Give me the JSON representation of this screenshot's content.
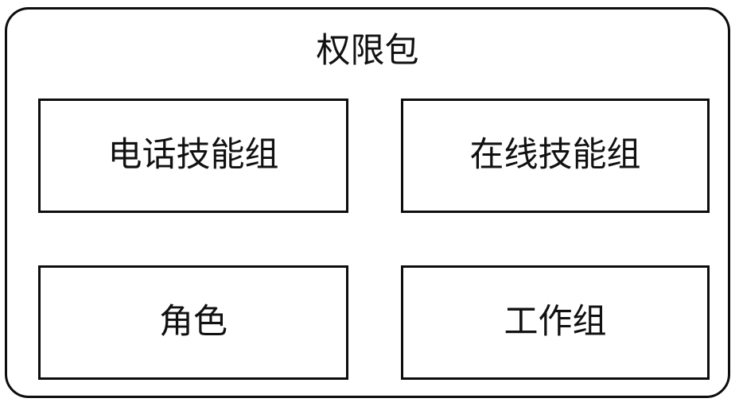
{
  "diagram": {
    "type": "container-grouping",
    "background_color": "#ffffff",
    "stroke_color": "#0d0d0d",
    "text_color": "#111111",
    "container": {
      "title": "权限包",
      "shape": "rounded-rectangle"
    },
    "items": [
      {
        "id": "phone-skill",
        "label": "电话技能组",
        "row": 1,
        "column": 1
      },
      {
        "id": "online-skill",
        "label": "在线技能组",
        "row": 1,
        "column": 2
      },
      {
        "id": "role",
        "label": "角色",
        "row": 2,
        "column": 1
      },
      {
        "id": "workgroup",
        "label": "工作组",
        "row": 2,
        "column": 2
      }
    ]
  }
}
